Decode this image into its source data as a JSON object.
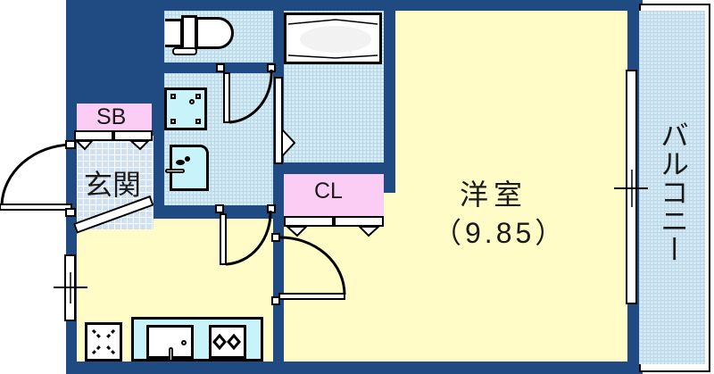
{
  "floorplan": {
    "rooms": {
      "western_room": {
        "label": "洋室",
        "size": "（9.85）"
      },
      "balcony": {
        "label": "バルコニー"
      },
      "entrance": {
        "label": "玄関"
      },
      "shoe_box": {
        "label": "SB"
      },
      "closet": {
        "label": "CL"
      }
    },
    "colors": {
      "wall": "#1f4a82",
      "floor": "#fffcc8",
      "storage": "#fccdf4",
      "wet_area": "#d6ecf5",
      "entrance_tile": "#cfe0f3"
    }
  }
}
